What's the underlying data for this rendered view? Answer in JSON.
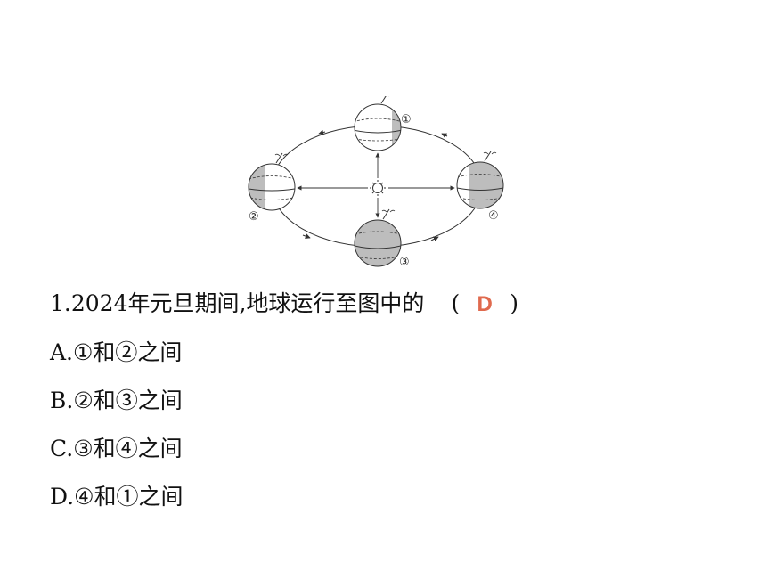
{
  "figure": {
    "position_labels": [
      "①",
      "②",
      "③",
      "④"
    ]
  },
  "question": {
    "number": "1.",
    "text": "2024年元旦期间,地球运行至图中的",
    "paren_open": "(",
    "answer": "D",
    "paren_close": ")"
  },
  "options": [
    {
      "letter": "A.",
      "text": "①和②之间"
    },
    {
      "letter": "B.",
      "text": "②和③之间"
    },
    {
      "letter": "C.",
      "text": "③和④之间"
    },
    {
      "letter": "D.",
      "text": "④和①之间"
    }
  ],
  "colors": {
    "answer": "#e06a4e",
    "shadow": "#bdbdbd",
    "ink": "#333333"
  }
}
